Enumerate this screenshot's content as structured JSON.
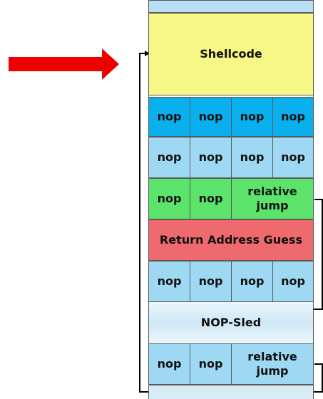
{
  "diagram": {
    "blocks": {
      "shellcode": "Shellcode",
      "nop": "nop",
      "relative_jump": [
        "relative",
        "jump"
      ],
      "return_address_guess": "Return Address Guess",
      "nop_sled": "NOP-Sled"
    },
    "colors": {
      "shellcode": "#f7f785",
      "nop_blue": "#0aafee",
      "nop_light": "#9ed8f3",
      "nop_green": "#5ce36c",
      "return_red": "#ee6a6e",
      "nop_sled_band": "#d7ecf6",
      "pointer_arrow": "#ee0000",
      "connector": "#000000"
    },
    "pointer": "red-arrow-right"
  }
}
